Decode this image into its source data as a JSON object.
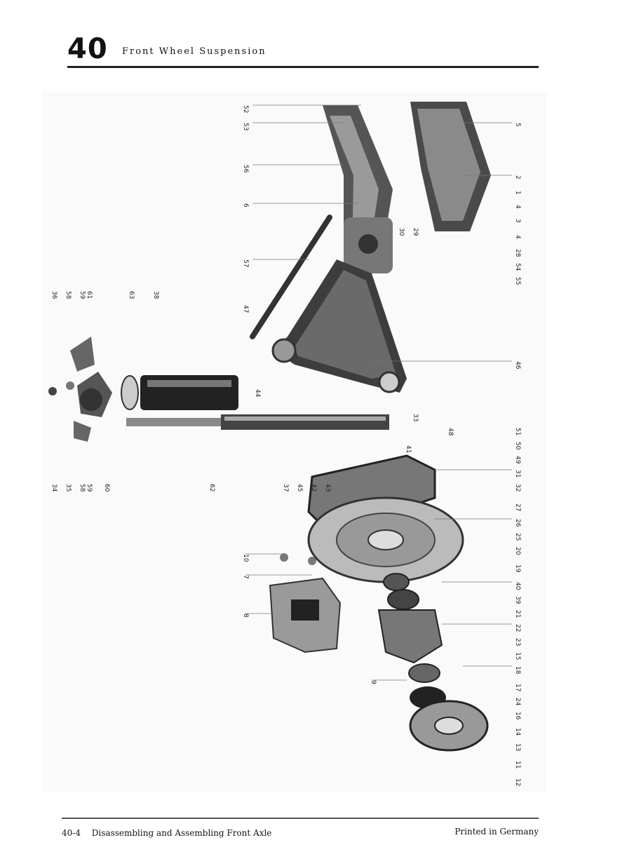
{
  "header": {
    "chapter_number": "40",
    "chapter_title": "Front Wheel Suspension"
  },
  "figure": {
    "callouts": [
      "52",
      "53",
      "56",
      "6",
      "57",
      "47",
      "5",
      "2",
      "1",
      "4",
      "3",
      "4",
      "28",
      "54",
      "55",
      "30",
      "29",
      "36",
      "58",
      "59",
      "61",
      "63",
      "38",
      "44",
      "33",
      "48",
      "51",
      "46",
      "50",
      "49",
      "31",
      "34",
      "35",
      "58",
      "59",
      "60",
      "62",
      "37",
      "45",
      "42",
      "43",
      "41",
      "32",
      "27",
      "26",
      "25",
      "20",
      "19",
      "40",
      "39",
      "21",
      "22",
      "23",
      "15",
      "18",
      "17",
      "24",
      "16",
      "14",
      "13",
      "11",
      "10",
      "7",
      "8",
      "9",
      "12"
    ]
  },
  "footer": {
    "page_number": "40-4",
    "section_title": "Disassembling  and Assembling Front Axle",
    "imprint": "Printed in Germany"
  }
}
